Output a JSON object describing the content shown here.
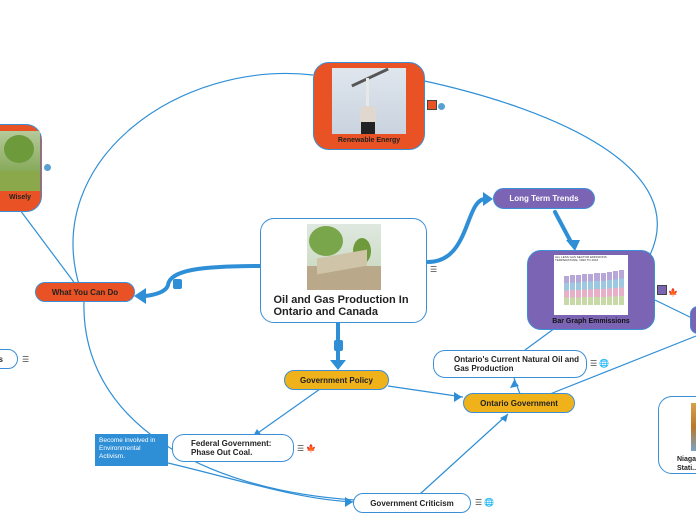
{
  "colors": {
    "link": "#2f8fd6",
    "orange": "#f0b21a",
    "red": "#e95224",
    "purple": "#7b64b4",
    "note": "#2f8fd6"
  },
  "center": {
    "title": "Oil and Gas Production In Ontario and Canada"
  },
  "nodes": {
    "renewable": "Renewable Energy",
    "wisely": "Wisely",
    "what_you_can_do": "What You Can Do",
    "long_term_trends": "Long Term Trends",
    "bar_graph": "Bar Graph Emmissions",
    "ontario_current": "Ontario's Current Natural Oil and Gas Production",
    "government_policy": "Government Policy",
    "ontario_government": "Ontario Government",
    "federal_government": "Federal Government: Phase Out Coal.",
    "government_criticism": "Government Criticism",
    "niagara": "Niaga... Stati...",
    "left_fragment": "s"
  },
  "note": {
    "text": "Become involved in Environmental Activism."
  },
  "chart_thumb": {
    "title": "ALL LESS GAS SECTOR EMISSIONS TEMPERATURE, 1990 TO 2016"
  },
  "icons": [
    "notes-icon",
    "globe-icon",
    "canada-flag-icon"
  ]
}
